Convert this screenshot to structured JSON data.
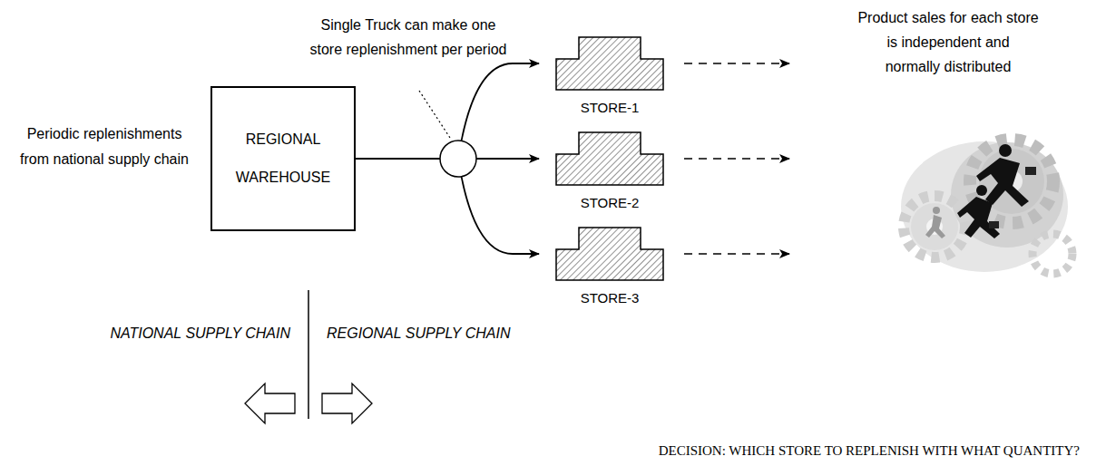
{
  "diagram": {
    "nodes": [
      {
        "text": [
          "REGIONAL WAREHOUSE"
        ]
      },
      {
        "text": [
          "STORE-1"
        ]
      },
      {
        "text": [
          "STORE-2"
        ]
      },
      {
        "text": [
          "STORE-3"
        ]
      }
    ],
    "edges": [
      {
        "from": 0,
        "to": 1,
        "arrow": "to"
      },
      {
        "from": 0,
        "to": 2,
        "arrow": "to"
      },
      {
        "from": 0,
        "to": 3,
        "arrow": "to"
      }
    ],
    "labels": [
      "Single Truck can make one store replenishment per period",
      "Periodic replenishments from national supply chain",
      "Product sales for each store is independent and normally distributed",
      "NATIONAL SUPPLY CHAIN",
      "REGIONAL SUPPLY CHAIN",
      "DECISION: WHICH STORE TO REPLENISH WITH WHAT QUANTITY?"
    ]
  }
}
